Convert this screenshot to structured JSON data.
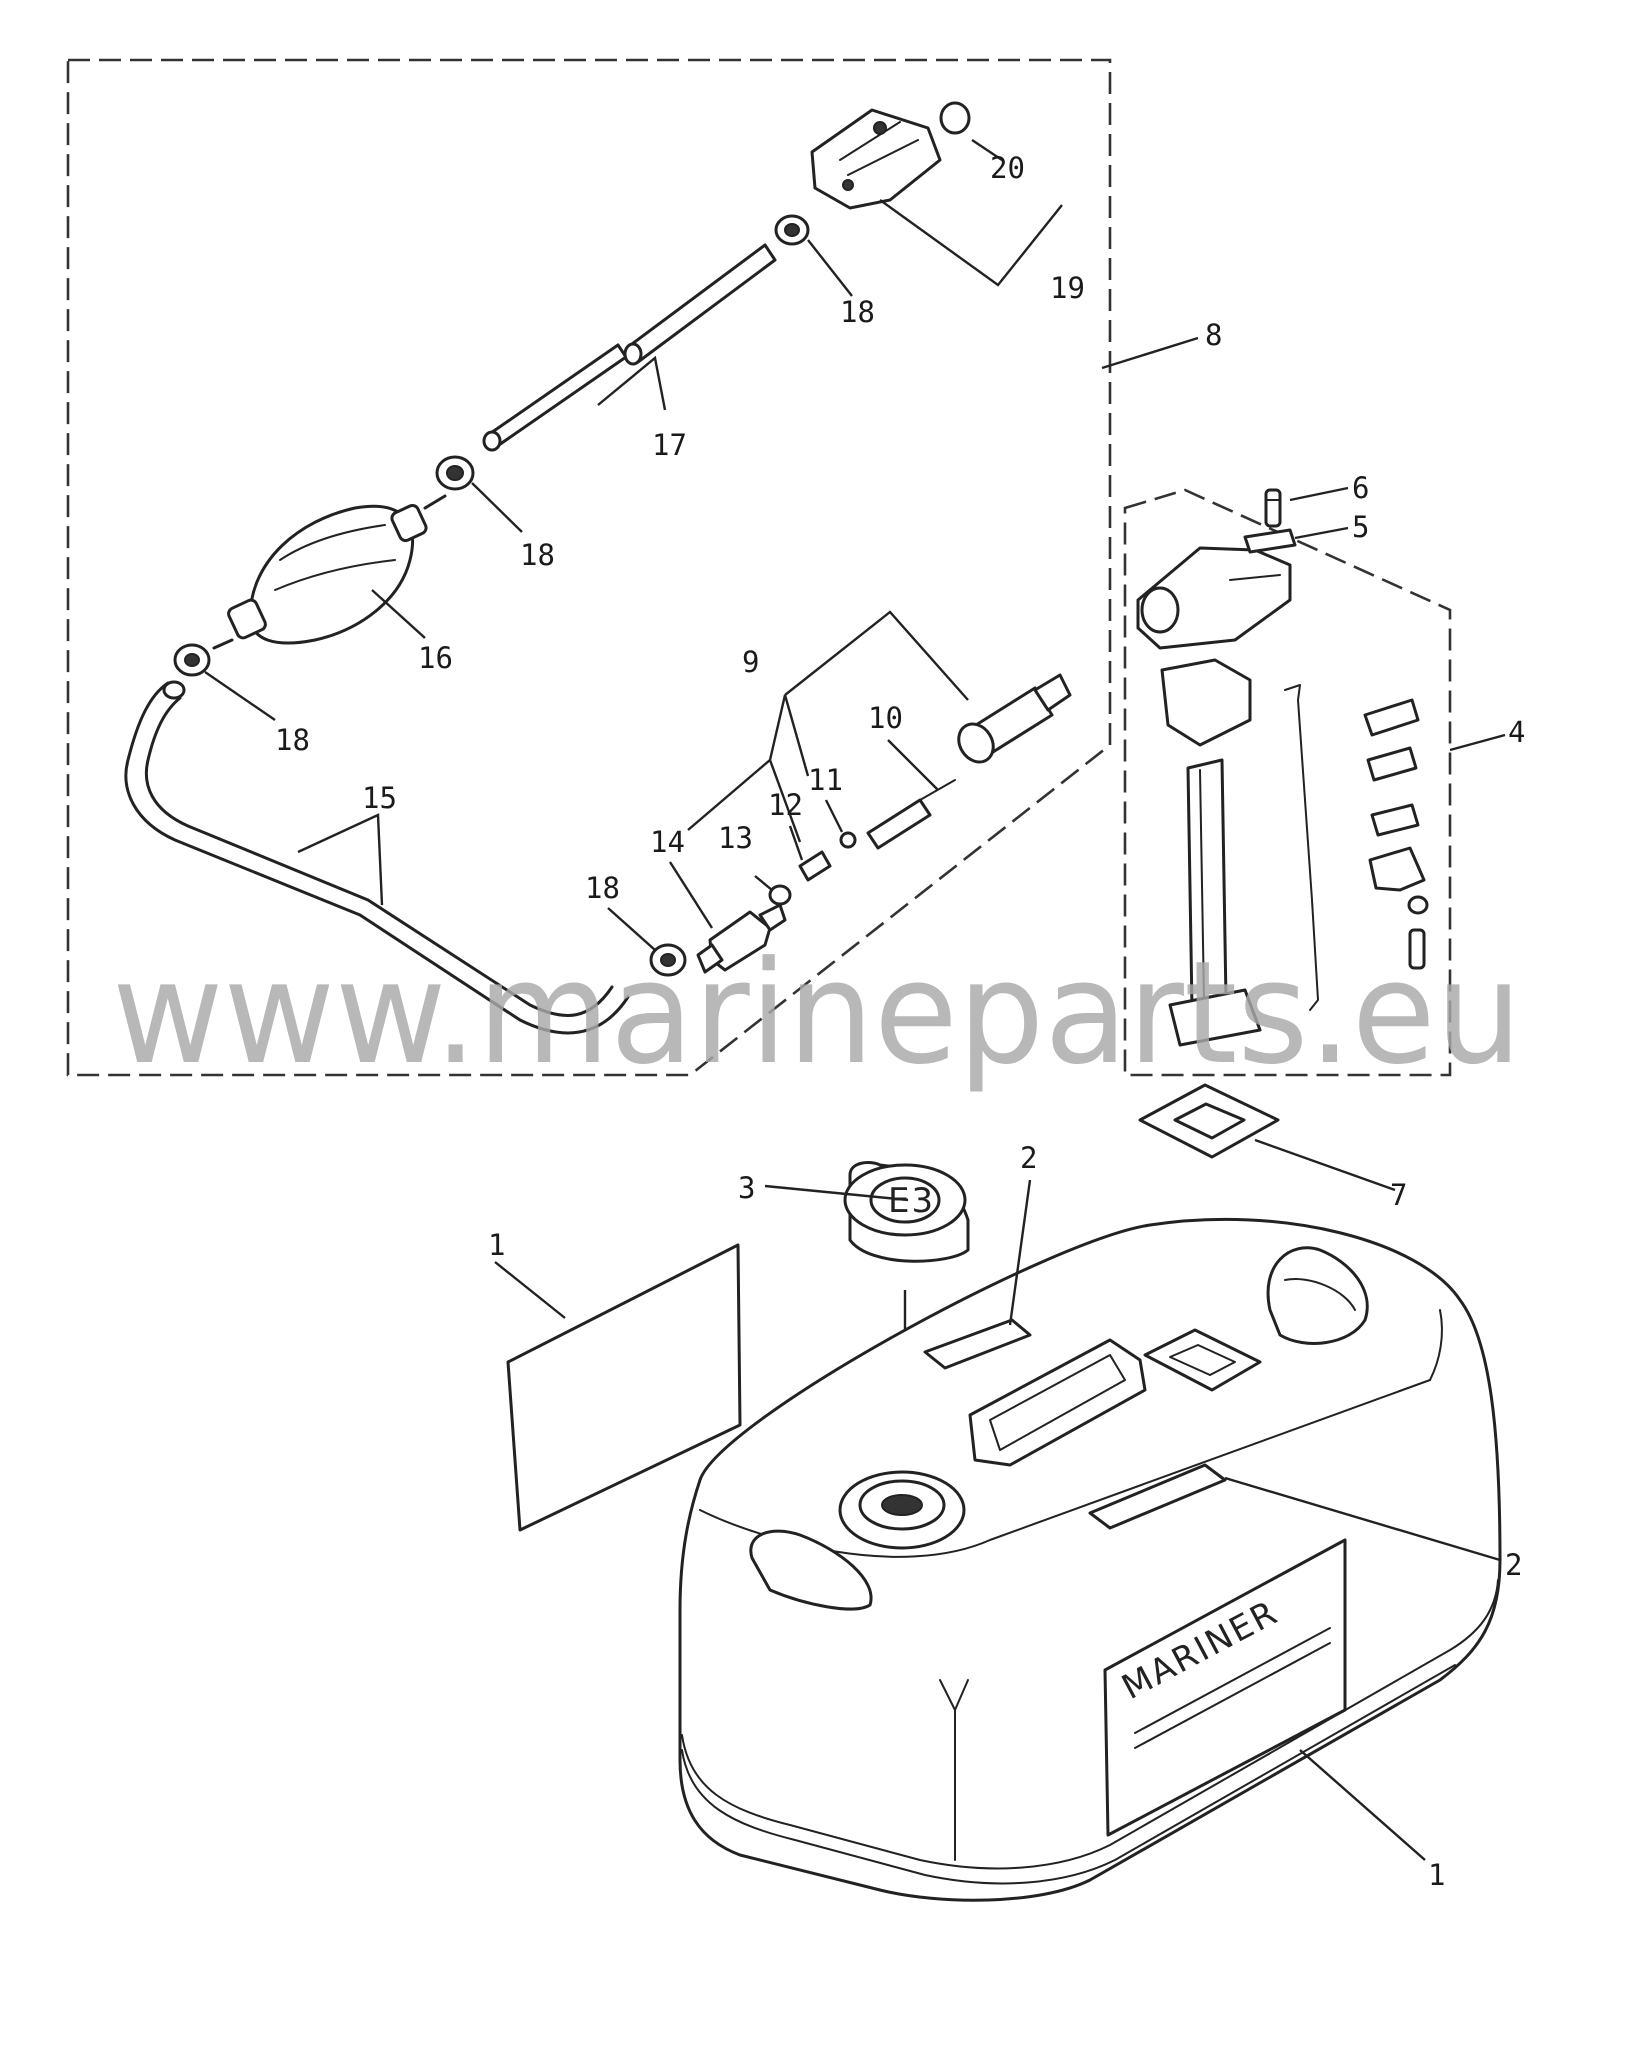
{
  "watermark": "www.marineparts.eu",
  "tank_brand": "MARINER",
  "cap_marking": "E3",
  "callouts": [
    "1",
    "2",
    "3",
    "4",
    "5",
    "6",
    "7",
    "8",
    "9",
    "10",
    "11",
    "12",
    "13",
    "14",
    "15",
    "16",
    "17",
    "18",
    "19",
    "20"
  ],
  "colors": {
    "line": "#222222",
    "watermark": "#a9a9a9",
    "background": "#ffffff"
  }
}
